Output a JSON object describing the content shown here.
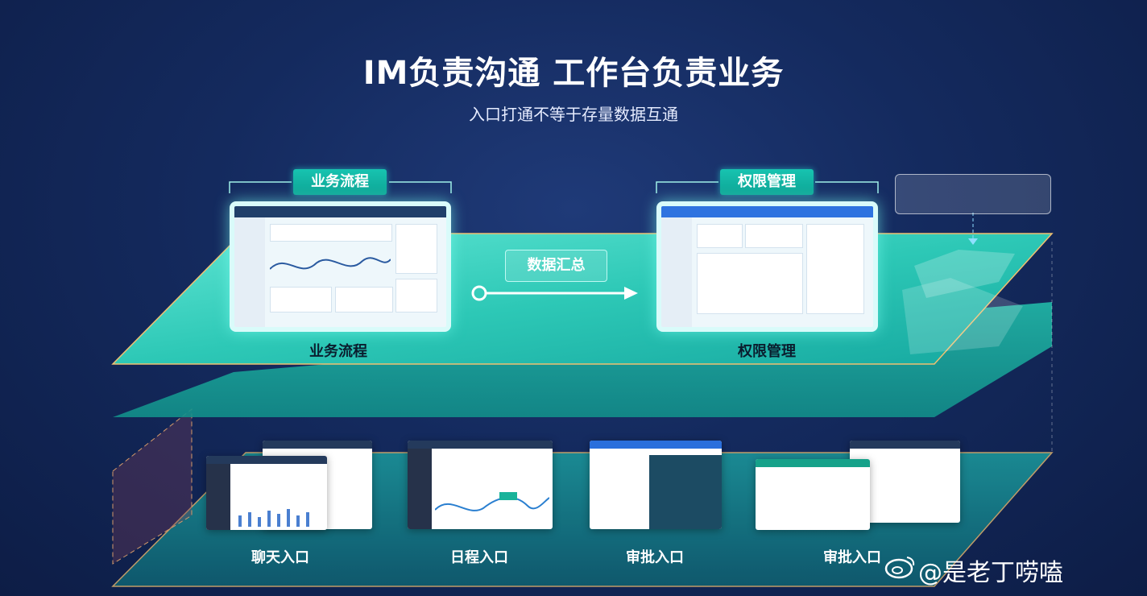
{
  "title": "IM负责沟通 工作台负责业务",
  "subtitle": "入口打通不等于存量数据互通",
  "top_layer": {
    "left_panel": {
      "tag": "业务流程",
      "caption": "业务流程"
    },
    "arrow_label": "数据汇总",
    "right_panel": {
      "tag": "权限管理",
      "caption": "权限管理"
    }
  },
  "bottom_layer": {
    "entries": [
      {
        "label": "聊天入口"
      },
      {
        "label": "日程入口"
      },
      {
        "label": "审批入口"
      },
      {
        "label": "审批入口"
      }
    ]
  },
  "watermark": "@是老丁唠嗑",
  "colors": {
    "background": "#142a5e",
    "plane": "#23c4b4",
    "tag": "#12b3a2"
  }
}
